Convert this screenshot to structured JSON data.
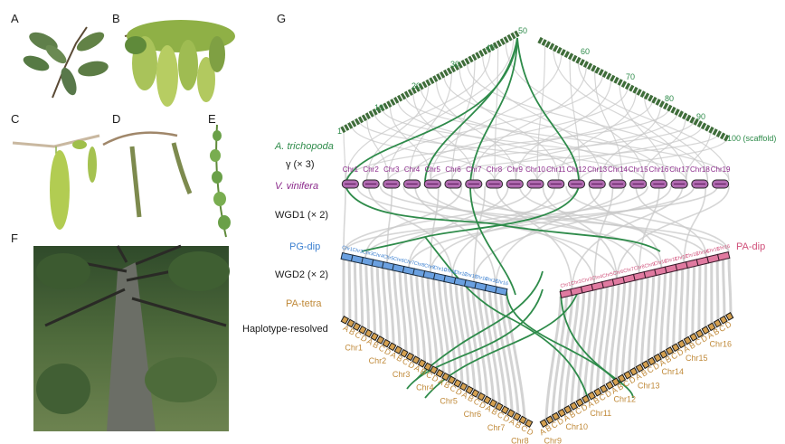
{
  "panel_labels": {
    "a": "A",
    "b": "B",
    "c": "C",
    "d": "D",
    "e": "E",
    "f": "F",
    "g": "G"
  },
  "scaffold": {
    "ticks": [
      "1",
      "10",
      "20",
      "30",
      "40",
      "50",
      "60",
      "70",
      "80",
      "90",
      "100 (scaffold)"
    ],
    "species": "A. trichopoda"
  },
  "gamma": "γ (× 3)",
  "vitis": {
    "species": "V. vinifera",
    "chromosomes": [
      "Chr1",
      "Chr2",
      "Chr3",
      "Chr4",
      "Chr5",
      "Chr6",
      "Chr7",
      "Chr8",
      "Chr9",
      "Chr10",
      "Chr11",
      "Chr12",
      "Chr13",
      "Chr14",
      "Chr15",
      "Chr16",
      "Chr17",
      "Chr18",
      "Chr19"
    ]
  },
  "wgd1": "WGD1 (× 2)",
  "pg_dip": {
    "label": "PG-dip",
    "chromosomes": [
      "Chr1",
      "Chr2",
      "Chr3",
      "Chr4",
      "Chr5",
      "Chr6",
      "Chr7",
      "Chr8",
      "Chr9",
      "Chr10",
      "Chr11",
      "Chr12",
      "Chr13",
      "Chr14",
      "Chr15",
      "Chr16"
    ]
  },
  "pa_dip": {
    "label": "PA-dip",
    "chromosomes": [
      "Chr1",
      "Chr2",
      "Chr3",
      "Chr4",
      "Chr5",
      "Chr6",
      "Chr7",
      "Chr8",
      "Chr9",
      "Chr10",
      "Chr11",
      "Chr12",
      "Chr13",
      "Chr14",
      "Chr15",
      "Chr16"
    ]
  },
  "wgd2": "WGD2 (× 2)",
  "pa_tetra": "PA-tetra",
  "haplotype": "Haplotype-resolved",
  "haplotype_letters": [
    "A",
    "B",
    "C",
    "D"
  ],
  "left_chromosomes": [
    "Chr1",
    "Chr2",
    "Chr3",
    "Chr4",
    "Chr5",
    "Chr6",
    "Chr7",
    "Chr8"
  ],
  "right_chromosomes": [
    "Chr9",
    "Chr10",
    "Chr11",
    "Chr12",
    "Chr13",
    "Chr14",
    "Chr15",
    "Chr16"
  ],
  "colors": {
    "green": "#2e8b4a",
    "purple": "#8b2a8b",
    "blue": "#3a7fd0",
    "pink": "#d0507a",
    "tan": "#c08a3a",
    "gray": "#c8c8c8"
  }
}
